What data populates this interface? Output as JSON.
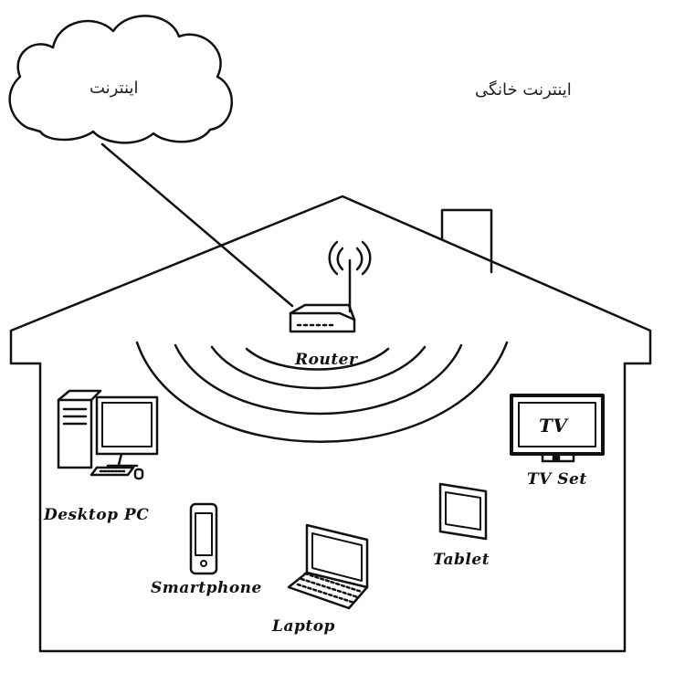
{
  "cloud_label": "اینترنت",
  "title": "اینترنت خانگی",
  "devices": {
    "router": "Router",
    "desktop": "Desktop PC",
    "smartphone": "Smartphone",
    "laptop": "Laptop",
    "tablet": "Tablet",
    "tv_set": "TV Set",
    "tv_screen": "TV"
  },
  "colors": {
    "ink": "#111111",
    "background": "#ffffff"
  }
}
